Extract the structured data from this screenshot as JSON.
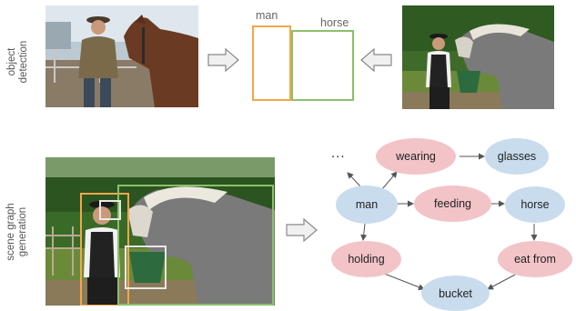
{
  "labels": {
    "top_row": "object\ndetection",
    "bottom_row": "scene graph\ngeneration"
  },
  "detection": {
    "man_label": "man",
    "horse_label": "horse"
  },
  "graph": {
    "ellipsis": "...",
    "nodes": {
      "wearing": "wearing",
      "glasses": "glasses",
      "man": "man",
      "feeding": "feeding",
      "horse": "horse",
      "holding": "holding",
      "eat_from": "eat from",
      "bucket": "bucket"
    }
  },
  "colors": {
    "orange_box": "#f5a64a",
    "green_box": "#8cc06a",
    "white_box": "#e8e8e8",
    "object_node": "#c9dcee",
    "relation_node": "#f2c4c8",
    "arrow": "#555555"
  },
  "icons": [
    "right-arrow-icon",
    "left-arrow-icon"
  ]
}
